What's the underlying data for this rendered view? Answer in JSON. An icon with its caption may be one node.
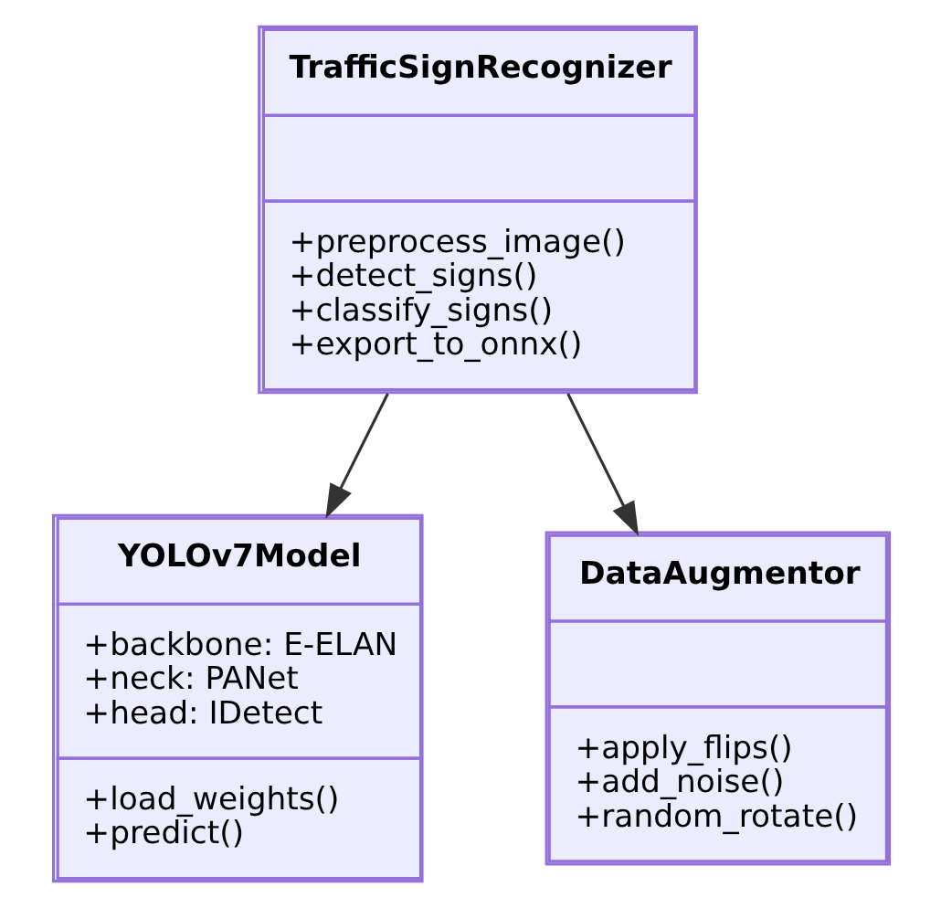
{
  "diagram": {
    "nodes": [
      {
        "text": [
          "TrafficSignRecognizer",
          "+preprocess_image()",
          "+detect_signs()",
          "+classify_signs()",
          "+export_to_onnx()"
        ]
      },
      {
        "text": [
          "YOLOv7Model",
          "+backbone: E-ELAN",
          "+neck: PANet",
          "+head: IDetect",
          "+load_weights()",
          "+predict()"
        ]
      },
      {
        "text": [
          "DataAugmentor",
          "+apply_flips()",
          "+add_noise()",
          "+random_rotate()"
        ]
      }
    ],
    "edges": [
      {
        "from": 0,
        "to": 1,
        "arrow": "to"
      },
      {
        "from": 0,
        "to": 2,
        "arrow": "to"
      }
    ]
  }
}
